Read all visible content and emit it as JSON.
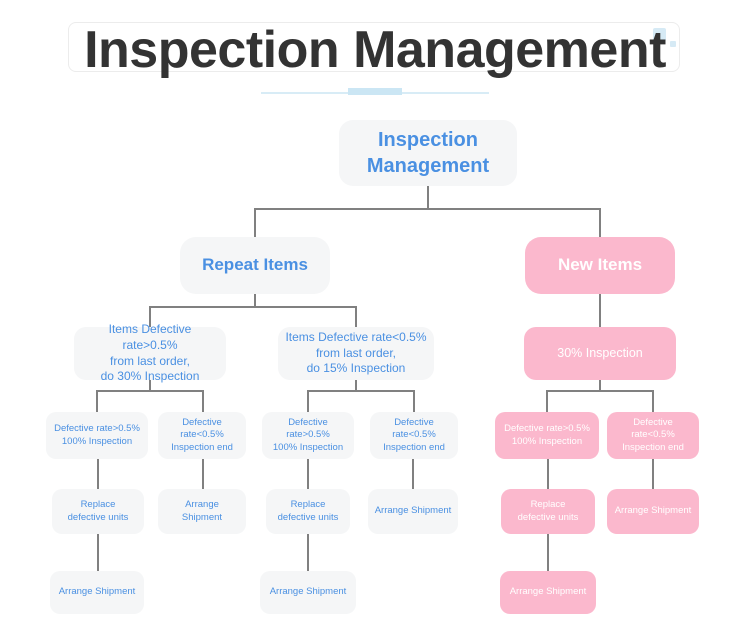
{
  "header": {
    "title": "Inspection Management",
    "decorations": {
      "square_large_color": "#d6eaf5",
      "square_small_color": "#d6eaf5",
      "underline_color": "#d8ecf6",
      "underline_accent_color": "#cbe6f4"
    }
  },
  "theme": {
    "blue_node_bg": "#f5f6f7",
    "blue_node_text": "#4a90e2",
    "pink_node_bg": "#fbb8cd",
    "pink_node_text": "#ffffff",
    "connector_color": "#808080",
    "page_bg": "#ffffff"
  },
  "nodes": {
    "root": "Inspection\nManagement",
    "level2": {
      "repeat_items": "Repeat Items",
      "new_items": "New Items"
    },
    "level3": {
      "repeat_high": "Items Defective rate>0.5%\nfrom last order,\ndo 30% Inspection",
      "repeat_low": "Items Defective rate<0.5%\nfrom last order,\ndo 15% Inspection",
      "new_inspection": "30% Inspection"
    },
    "level4": {
      "repeat_high_gt": "Defective rate>0.5%\n100% Inspection",
      "repeat_high_lt": "Defective rate<0.5%\nInspection end",
      "repeat_low_gt": "Defective rate>0.5%\n100% Inspection",
      "repeat_low_lt": "Defective rate<0.5%\nInspection end",
      "new_gt": "Defective rate>0.5%\n100% Inspection",
      "new_lt": "Defective rate<0.5%\nInspection end"
    },
    "level5": {
      "repeat_high_replace": "Replace\ndefective units",
      "repeat_high_arrange": "Arrange Shipment",
      "repeat_low_replace": "Replace\ndefective units",
      "repeat_low_arrange": "Arrange Shipment",
      "new_replace": "Replace\ndefective units",
      "new_arrange": "Arrange Shipment"
    },
    "level6": {
      "repeat_high_ship": "Arrange Shipment",
      "repeat_low_ship": "Arrange Shipment",
      "new_ship": "Arrange Shipment"
    }
  }
}
